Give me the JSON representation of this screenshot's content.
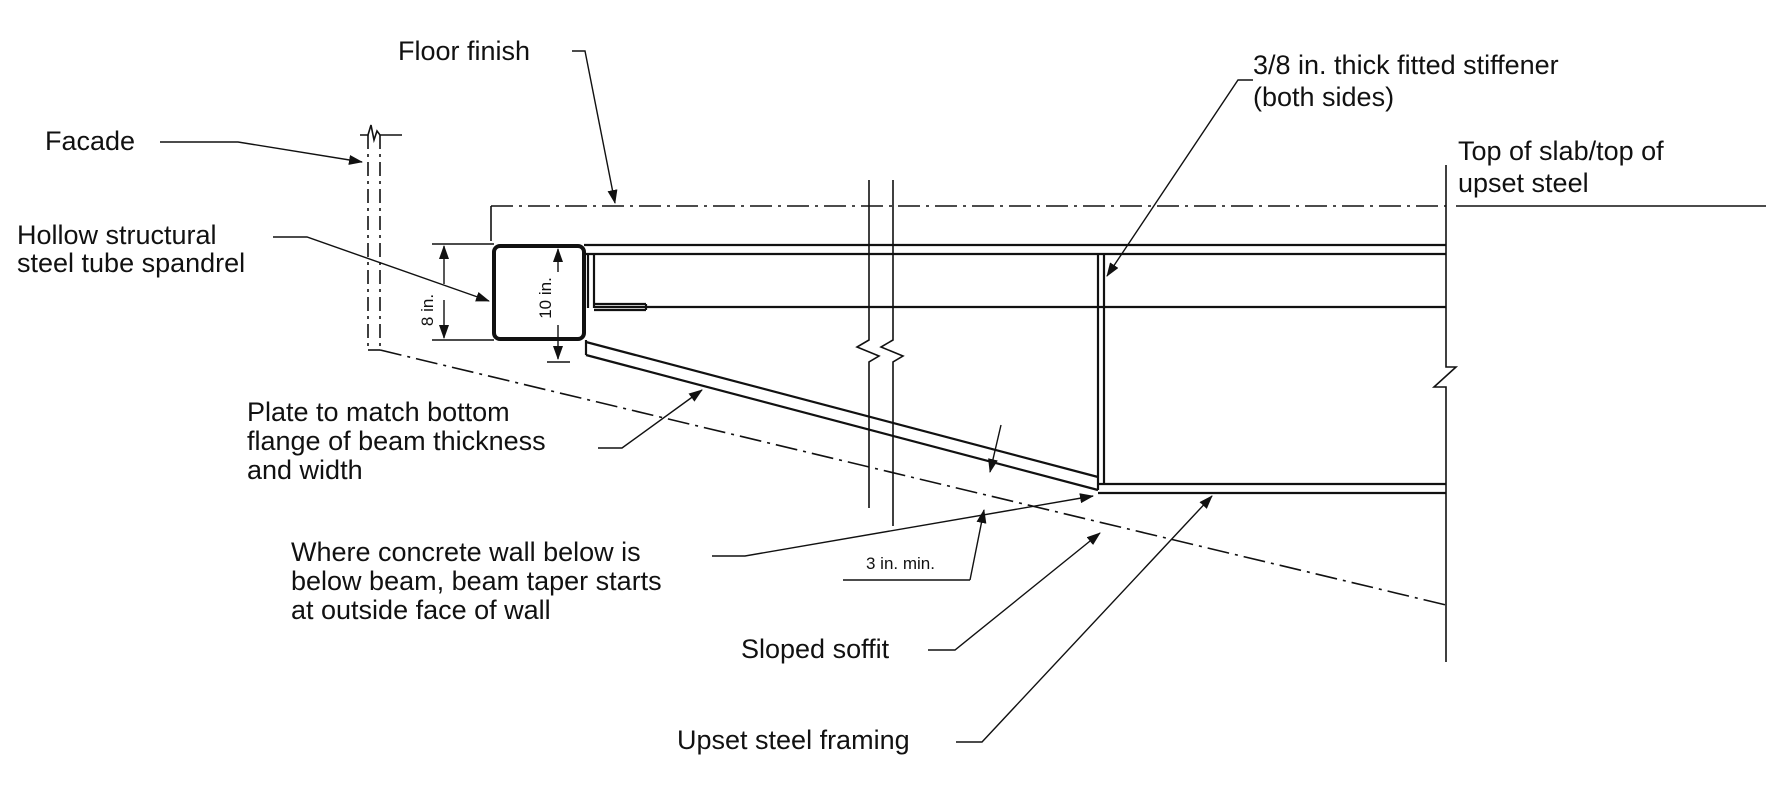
{
  "colors": {
    "ink": "#111111",
    "background": "#ffffff"
  },
  "labels": {
    "floor_finish": "Floor finish",
    "facade": "Facade",
    "hss_line1": "Hollow structural",
    "hss_line2": "steel tube spandrel",
    "plate_line1": "Plate to match bottom",
    "plate_line2": "flange of beam thickness",
    "plate_line3": "and width",
    "wall_line1": "Where concrete wall below is",
    "wall_line2": "below beam, beam taper starts",
    "wall_line3": "at outside face of wall",
    "sloped_soffit": "Sloped soffit",
    "upset_framing": "Upset steel framing",
    "stiffener_line1": "3/8 in. thick fitted stiffener",
    "stiffener_line2": "(both sides)",
    "top_slab_line1": "Top of slab/top of",
    "top_slab_line2": "upset steel"
  },
  "dimensions": {
    "eight_in": "8 in.",
    "ten_in": "10 in.",
    "three_in_min": "3 in. min."
  }
}
